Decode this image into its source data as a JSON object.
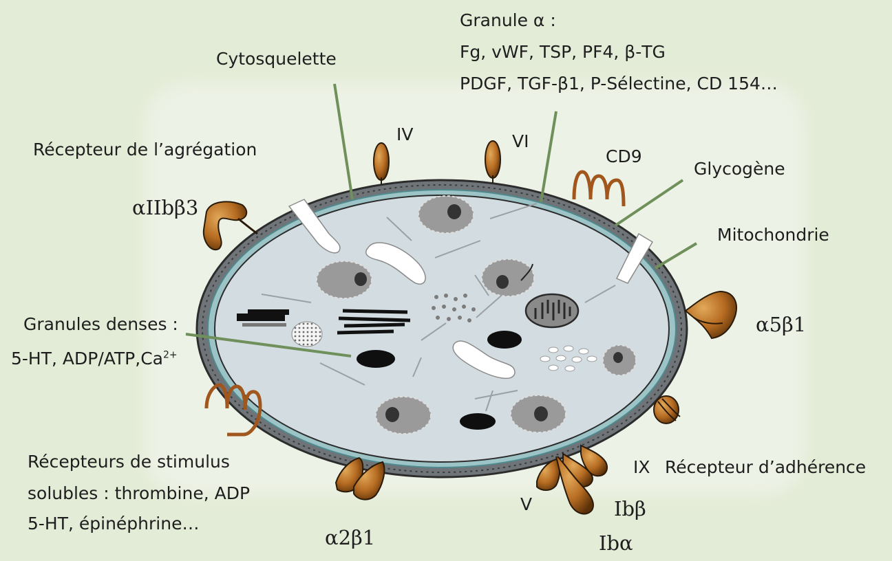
{
  "figure": {
    "colors": {
      "background": "#e3ecd6",
      "cytoplasm": "#d3dde1",
      "membrane": "#6f7478",
      "open_canalicular_ring": "#7fb0b3",
      "leader_line": "#6f8f5b",
      "receptor": "#b66c22",
      "granule": "#9a9a9a",
      "dense_granule": "#0f0f0f"
    },
    "labels": {
      "cytosquelette": "Cytosquelette",
      "granule_alpha_title": "Granule α :",
      "granule_alpha_line1": "Fg, vWF, TSP, PF4, β-TG",
      "granule_alpha_line2": "PDGF, TGF-β1, P-Sélectine, CD 154…",
      "recepteur_agregation": "Récepteur de l’agrégation",
      "aIIbb3": "αIIbβ3",
      "iv": "IV",
      "vi": "VI",
      "cd9": "CD9",
      "glycogene": "Glycogène",
      "mitochondrie": "Mitochondrie",
      "granules_denses_title": "Granules denses :",
      "granules_denses_content": "5-HT, ADP/ATP,Ca",
      "granules_denses_sup": "2+",
      "a5b1": "α5β1",
      "recepteurs_stimulus_line1": "Récepteurs de stimulus",
      "recepteurs_stimulus_line2": "solubles : thrombine, ADP",
      "recepteurs_stimulus_line3": "5-HT, épinéphrine…",
      "a2b1": "α2β1",
      "ix": "IX",
      "recepteur_adherence": "Récepteur d’adhérence",
      "v": "V",
      "ibb": "Ibβ",
      "iba": "Ibα"
    }
  }
}
